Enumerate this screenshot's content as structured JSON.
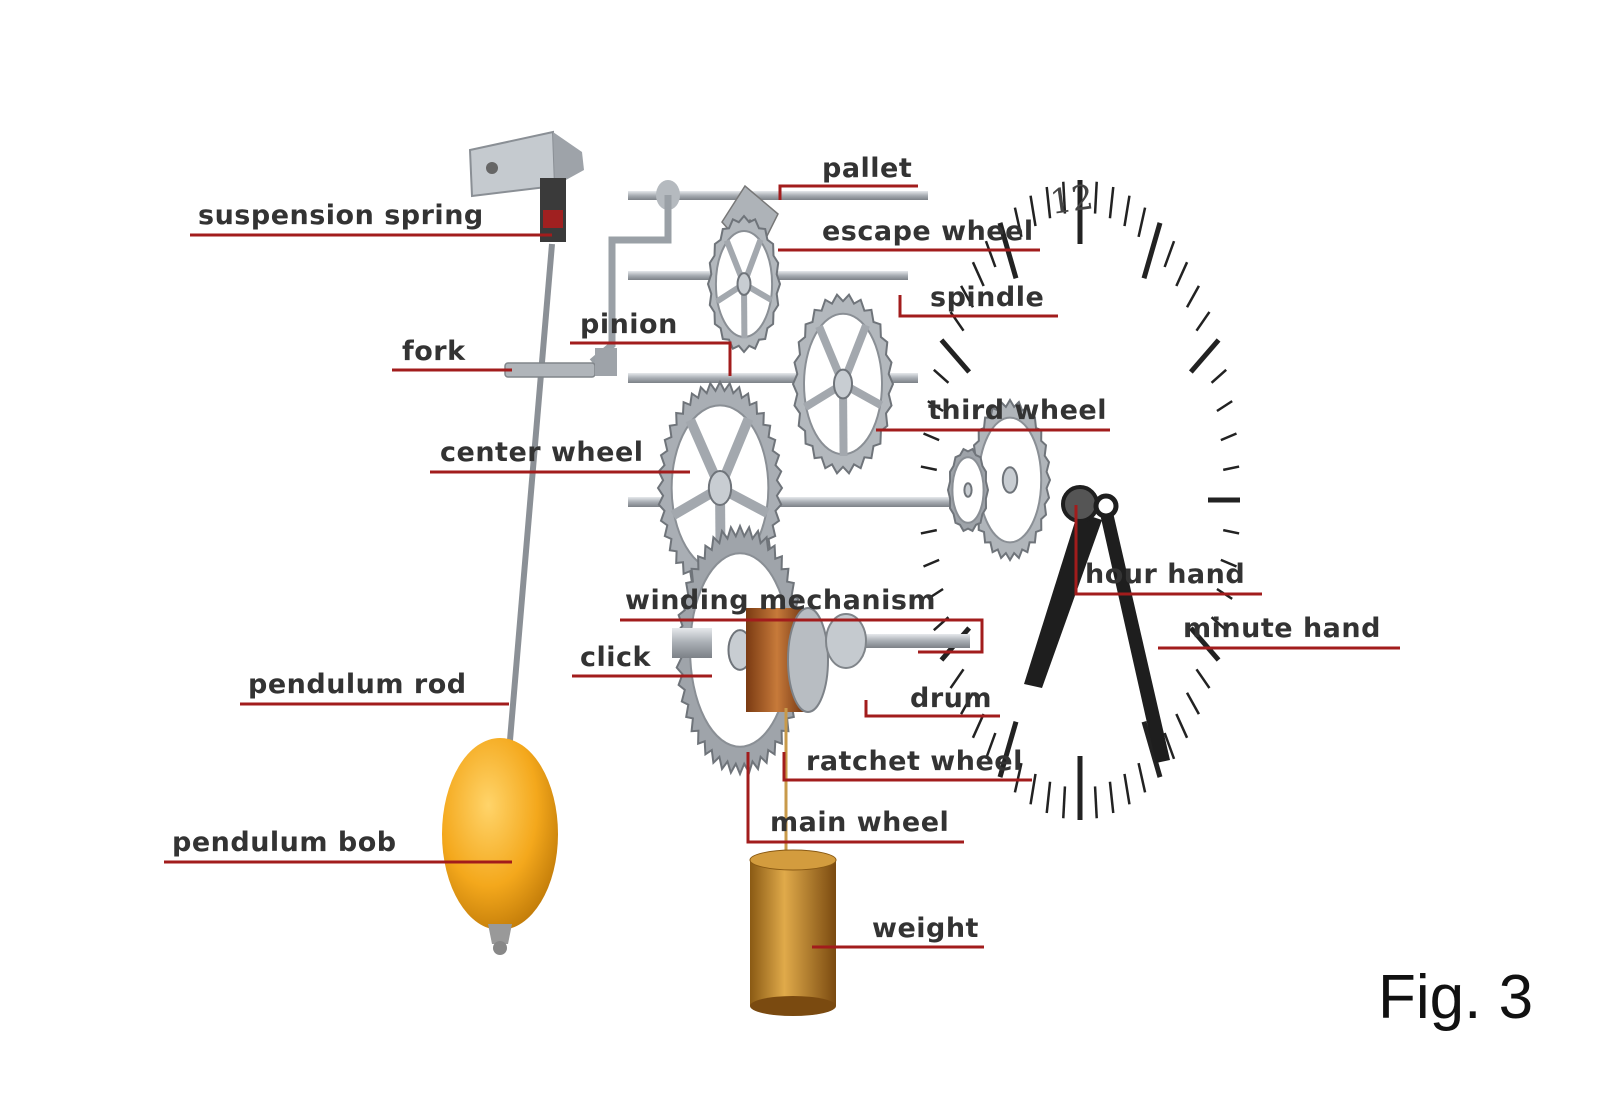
{
  "diagram": {
    "labels": {
      "suspension_spring": "suspension spring",
      "pallet": "pallet",
      "escape_wheel": "escape wheel",
      "spindle": "spindle",
      "pinion": "pinion",
      "fork": "fork",
      "third_wheel": "third wheel",
      "center_wheel": "center wheel",
      "hour_hand": "hour hand",
      "winding_mechanism": "winding mechanism",
      "minute_hand": "minute hand",
      "click": "click",
      "drum": "drum",
      "pendulum_rod": "pendulum rod",
      "ratchet_wheel": "ratchet wheel",
      "main_wheel": "main wheel",
      "pendulum_bob": "pendulum bob",
      "weight": "weight"
    },
    "dial_numeral": "12",
    "figure_caption": "Fig. 3",
    "colors": {
      "leader_line": "#a21c1c",
      "pendulum_bob": "#f4a81c",
      "weight": "#b9812a",
      "drum": "#a65a24",
      "metal": "#b9bec4",
      "hands": "#1e1e1e"
    }
  }
}
